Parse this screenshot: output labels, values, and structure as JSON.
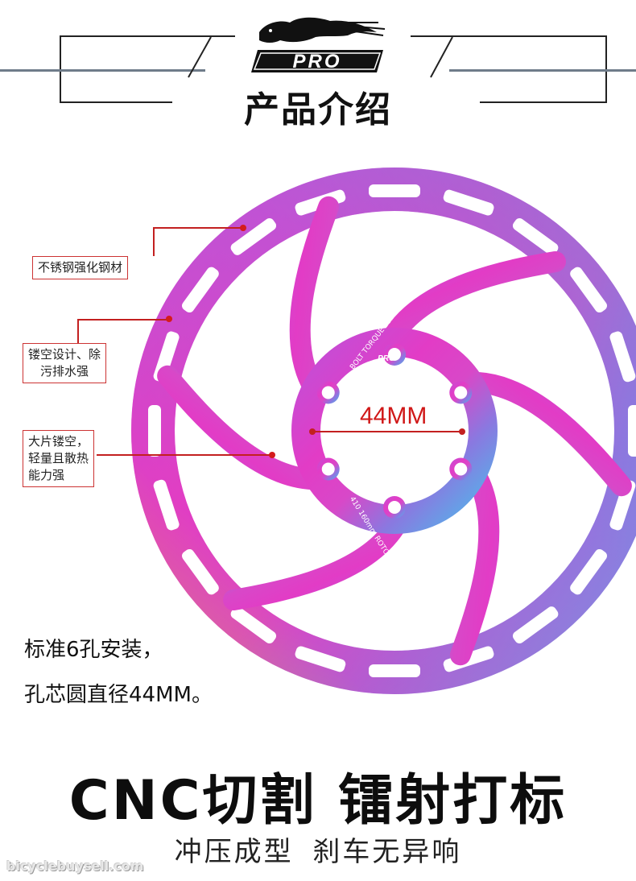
{
  "header": {
    "brand": "PRO",
    "title": "产品介绍"
  },
  "callouts": [
    {
      "lines": [
        "不锈钢强化钢材"
      ]
    },
    {
      "lines": [
        "镂空设计、除",
        "污排水强"
      ]
    },
    {
      "lines": [
        "大片镂空，",
        "轻量且散热",
        "能力强"
      ]
    }
  ],
  "measurement": "44MM",
  "disc_engraving": {
    "top": "BOLT TORQUE 55in-lbs 6.2 N-m",
    "bottom": "410 160mm ROTOR  Min TH=1.5"
  },
  "description": {
    "line1": "标准6孔安装，",
    "line2": "孔芯圆直径44MM。"
  },
  "headline": "CNC切割  镭射打标",
  "subheadline": "冲压成型  刹车无异响",
  "watermark": "bicyclebuysell.com",
  "colors": {
    "accent": "#c32020",
    "disc_pink": "#e040c8",
    "disc_blue": "#5ab0e8",
    "disc_gold": "#d8b040"
  }
}
